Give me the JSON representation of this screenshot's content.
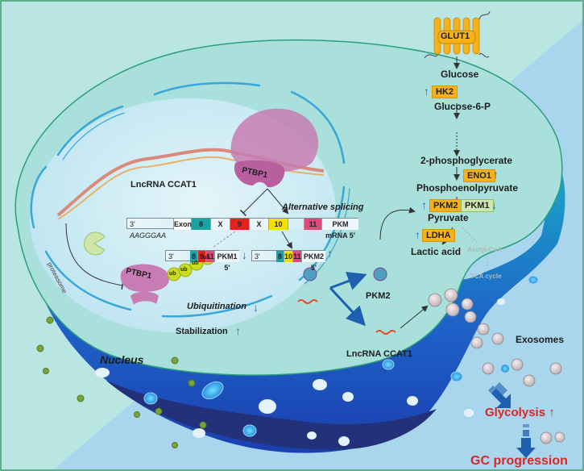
{
  "colors": {
    "frame": "#5fae8a",
    "background_light": "#b9e6e3",
    "background_blue": "#a9d6ec",
    "cytoplasm": "#a9e0dc",
    "cell_body_blue": "#1e63c8",
    "cell_body_dark": "#23307a",
    "nucleus": "#c9e9f2",
    "nuclear_envelope": "#38a6d8",
    "enzyme_box": "#f5b21b",
    "pkm1_box": "#cfe8b2",
    "ptbp1": "#c77db3",
    "ubiquitin": "#c9de22",
    "up_down_arrow": "#2a6db8",
    "outcome_text": "#e02424",
    "exon_8": "#1aa3a3",
    "exon_9": "#e2231a",
    "exon_10": "#f2e000",
    "exon_11": "#e04a7a"
  },
  "membrane": {
    "transporter": "GLUT1"
  },
  "glycolysis_pathway": {
    "metabolites": [
      "Glucose",
      "Glucose-6-P",
      "2-phosphoglycerate",
      "Phosphoenolpyruvate",
      "Pyruvate",
      "Lactic acid"
    ],
    "faded_branch": [
      "Acetyl-CoA",
      "TCA cycle"
    ],
    "enzymes": [
      {
        "name": "HK2",
        "change": "up"
      },
      {
        "name": "ENO1",
        "change": "up"
      },
      {
        "name": "PKM2",
        "change": "up"
      },
      {
        "name": "PKM1",
        "change": "down"
      },
      {
        "name": "LDHA",
        "change": "up"
      }
    ]
  },
  "nucleus": {
    "label": "Nucleus",
    "lncrna_label": "LncRNA CCAT1",
    "ptbp1_top": "PTBP1",
    "ptbp1_bottom": "PTBP1",
    "alternative_splicing": "Alternative splicing",
    "proteasome": "proteasome",
    "ubiquitin_tags": [
      "ub",
      "ub",
      "ub",
      "ub"
    ],
    "ubiquitination": {
      "label": "Ubiquitination",
      "change": "down"
    },
    "stabilization": {
      "label": "Stabilization",
      "change": "up"
    },
    "pre_mrna": {
      "prefix": "3'",
      "motif": "AAGGGAA",
      "exon_label": "Exon",
      "segments": [
        "8",
        "X",
        "9",
        "X",
        "10",
        "",
        "11"
      ],
      "suffix": "PKM mRNA  5'"
    },
    "pkm1_transcript": {
      "prefix": "3'",
      "exons": [
        "8",
        "9",
        "11"
      ],
      "suffix": "PKM1 5'",
      "change": "down"
    },
    "pkm2_transcript": {
      "prefix": "3'",
      "exons": [
        "8",
        "10",
        "11"
      ],
      "suffix": "PKM2 5'",
      "change": "up"
    }
  },
  "cytoplasm": {
    "pkm2_label": "PKM2",
    "lncrna_label": "LncRNA CCAT1",
    "exosomes_label": "Exosomes"
  },
  "outcomes": {
    "glycolysis": "Glycolysis",
    "glycolysis_arrow": "↑",
    "gc_progression": "GC progression"
  },
  "arrows": {
    "up": "↑",
    "down": "↓"
  }
}
